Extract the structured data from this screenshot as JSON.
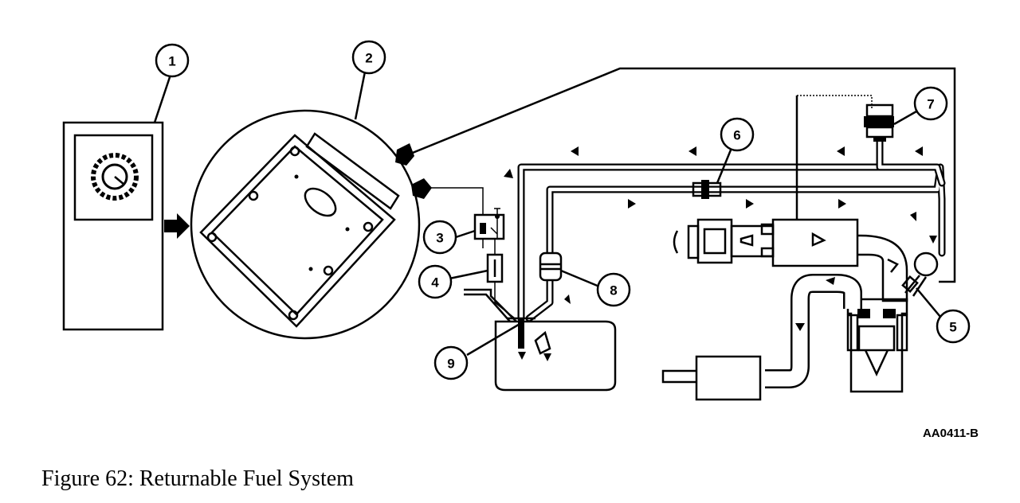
{
  "figure": {
    "caption": "Figure 62: Returnable Fuel System",
    "code": "AA0411-B"
  },
  "callouts": [
    "1",
    "2",
    "3",
    "4",
    "5",
    "6",
    "7",
    "8",
    "9"
  ]
}
